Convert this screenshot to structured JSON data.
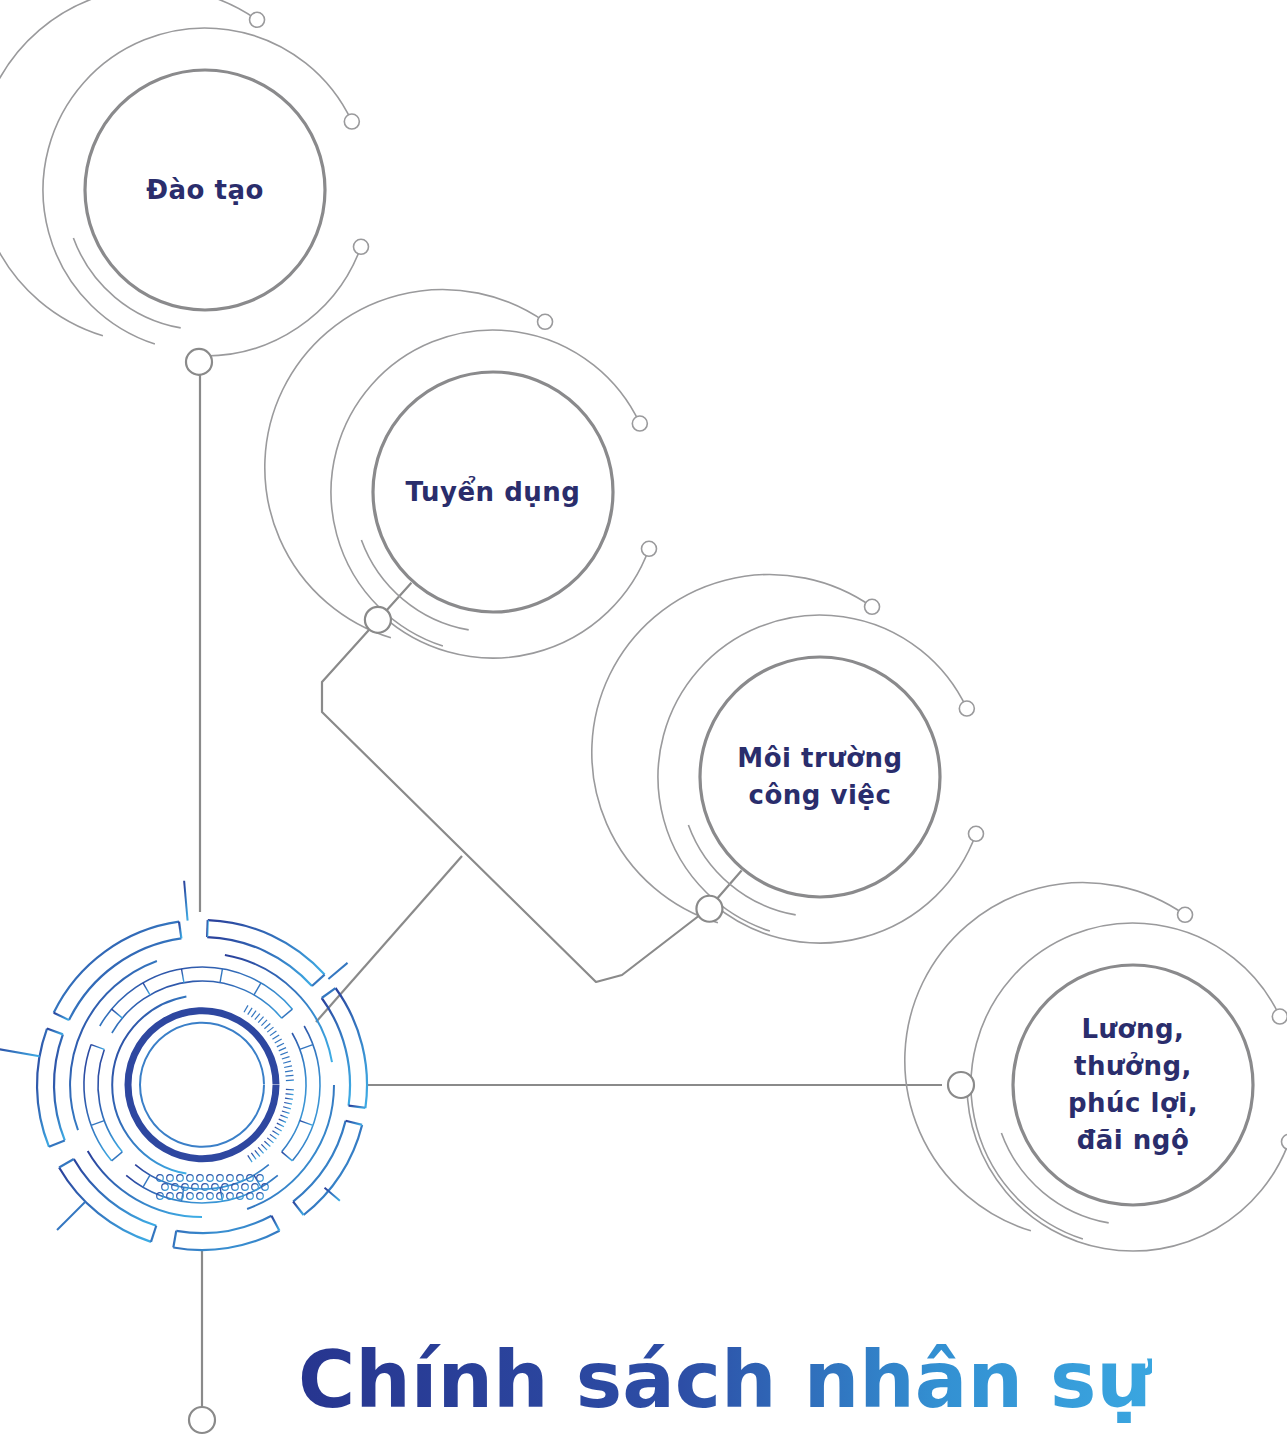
{
  "diagram": {
    "title": "Chính sách nhân sự",
    "nodes": [
      {
        "text": [
          "Đào tạo"
        ]
      },
      {
        "text": [
          "Tuyển dụng"
        ]
      },
      {
        "text": [
          "Môi trường công việc"
        ]
      },
      {
        "text": [
          "Lương, thưởng, phúc lợi, đãi ngộ"
        ]
      }
    ],
    "edges": [
      {
        "from": 1,
        "to": 2,
        "arrow": "none"
      }
    ]
  }
}
